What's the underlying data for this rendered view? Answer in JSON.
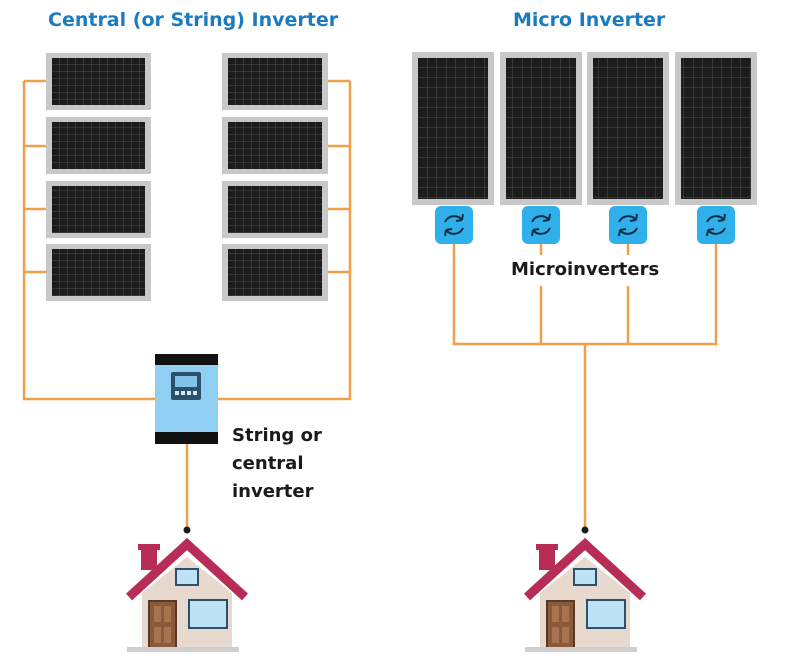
{
  "left": {
    "title": "Central (or String) Inverter",
    "inverter_label_lines": [
      "String or",
      "central",
      "inverter"
    ]
  },
  "right": {
    "title": "Micro Inverter",
    "microinverters_label": "Microinverters"
  },
  "colors": {
    "title": "#1b7bbf",
    "wire": "#f0a04b",
    "panel_frame": "#c8c8c8",
    "panel_cell": "#1c1c1c",
    "inverter_body": "#8fd0f2",
    "microinverter": "#2fb0ea",
    "roof": "#b82d55",
    "house_wall": "#e8d9cf",
    "door": "#8a5a3c",
    "window": "#bfe3f5"
  },
  "icons": [
    "solar-panel-icon",
    "string-inverter-icon",
    "microinverter-icon",
    "house-icon"
  ]
}
